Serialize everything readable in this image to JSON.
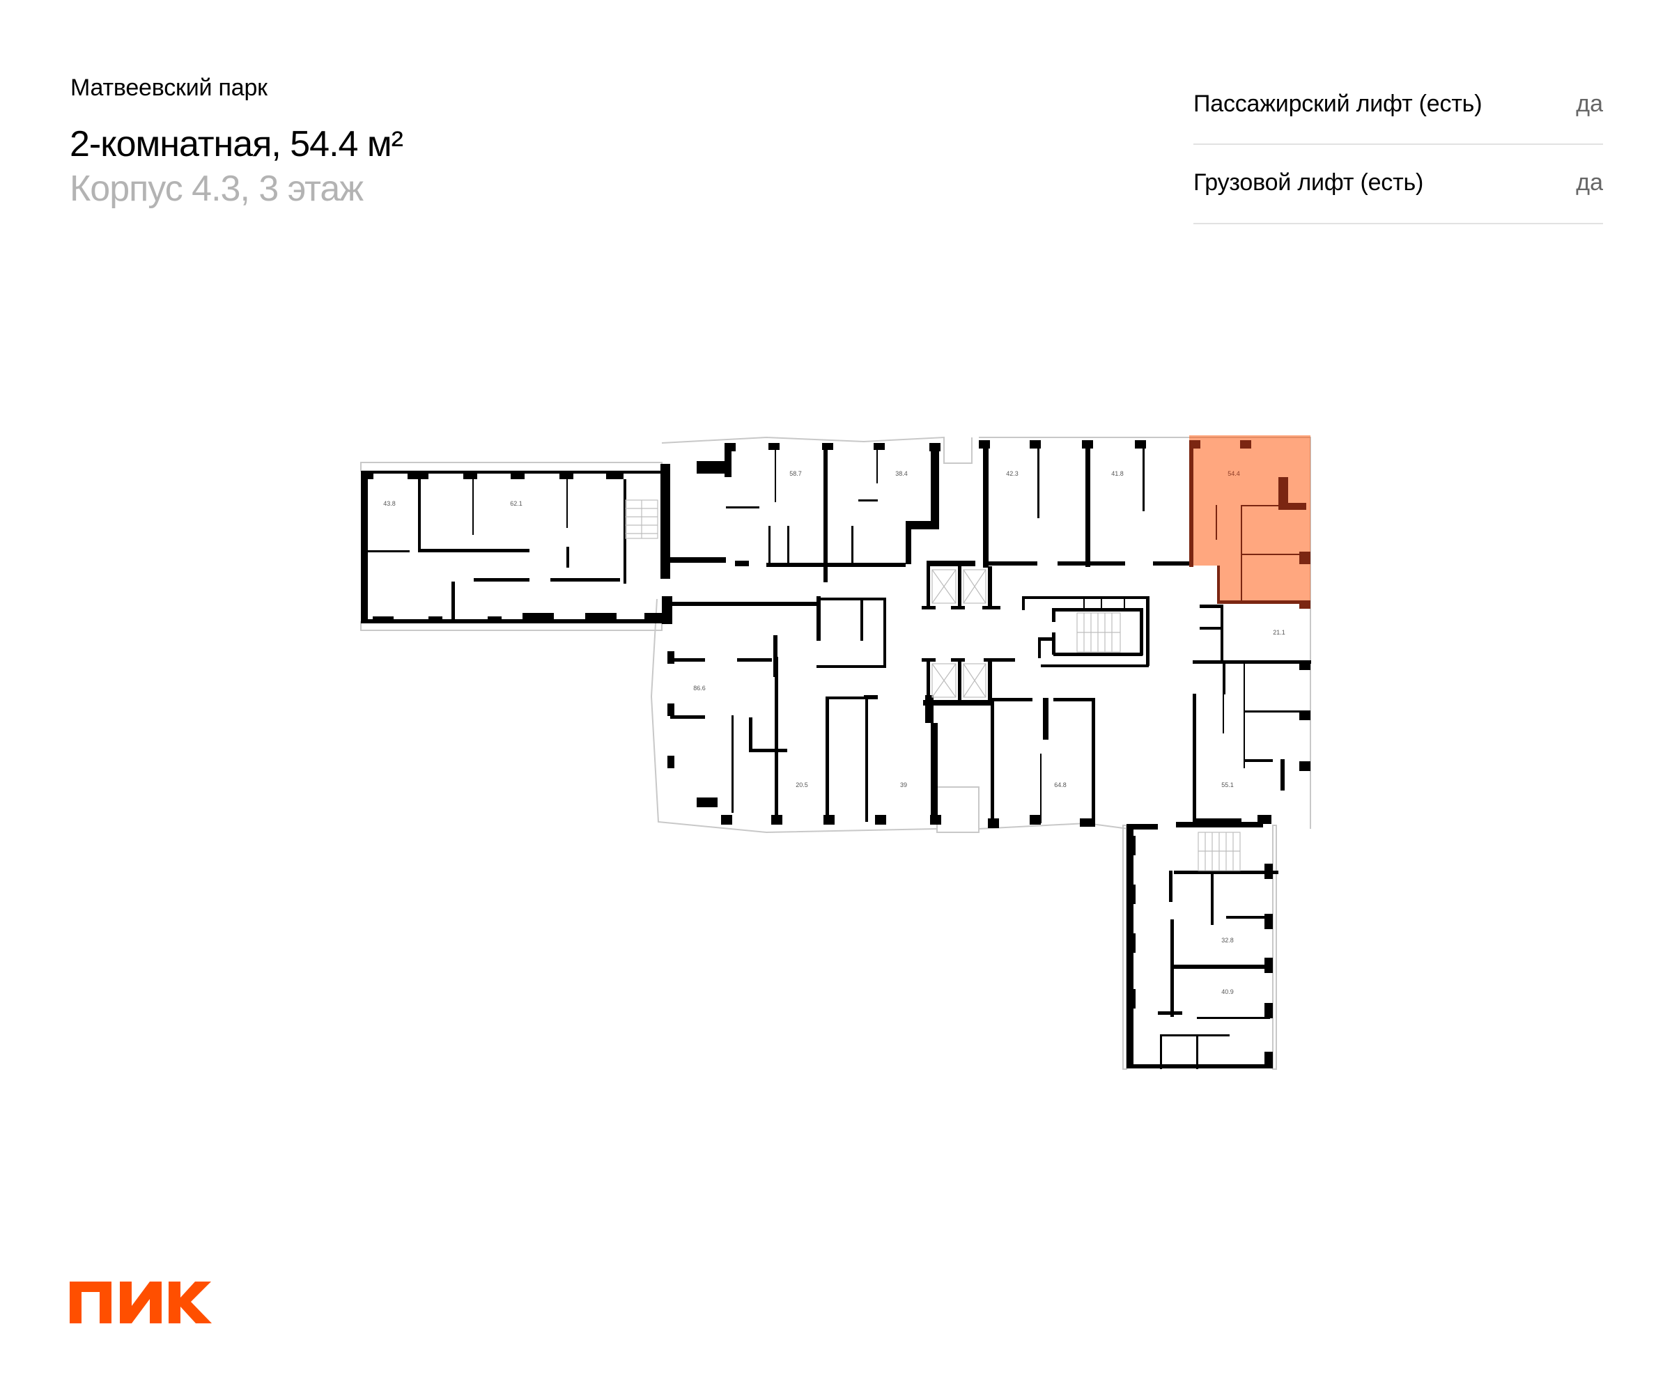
{
  "header": {
    "project_name": "Матвеевский парк",
    "apartment_title": "2-комнатная, 54.4 м²",
    "building_floor": "Корпус 4.3, 3 этаж"
  },
  "features": [
    {
      "label": "Пассажирский лифт (есть)",
      "value": "да"
    },
    {
      "label": "Грузовой лифт (есть)",
      "value": "да"
    }
  ],
  "floor_plan": {
    "highlight_color": "#FF4F00",
    "selected_unit_area": "54.4",
    "units": [
      {
        "area": "43.8"
      },
      {
        "area": "62.1"
      },
      {
        "area": "58.7"
      },
      {
        "area": "38.4"
      },
      {
        "area": "42.3"
      },
      {
        "area": "41.8"
      },
      {
        "area": "54.4"
      },
      {
        "area": "21.1"
      },
      {
        "area": "86.6"
      },
      {
        "area": "20.5"
      },
      {
        "area": "39"
      },
      {
        "area": "64.8"
      },
      {
        "area": "55.1"
      },
      {
        "area": "32.8"
      },
      {
        "area": "40.9"
      }
    ]
  },
  "brand": {
    "logo_text": "ПИК",
    "color": "#FF4F00"
  }
}
